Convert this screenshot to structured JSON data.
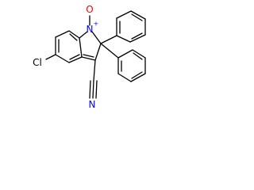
{
  "molecule": {
    "atoms": {
      "oxygen": {
        "text": "O",
        "color": "#ff0000"
      },
      "nitrogen": {
        "text": "N",
        "color": "#0000ff"
      },
      "nitrogen_charge": {
        "text": "+",
        "color": "#0000ff"
      },
      "chlorine": {
        "text": "Cl",
        "color": "#000000"
      },
      "nitrile_nitrogen": {
        "text": "N",
        "color": "#0000ff"
      }
    }
  }
}
